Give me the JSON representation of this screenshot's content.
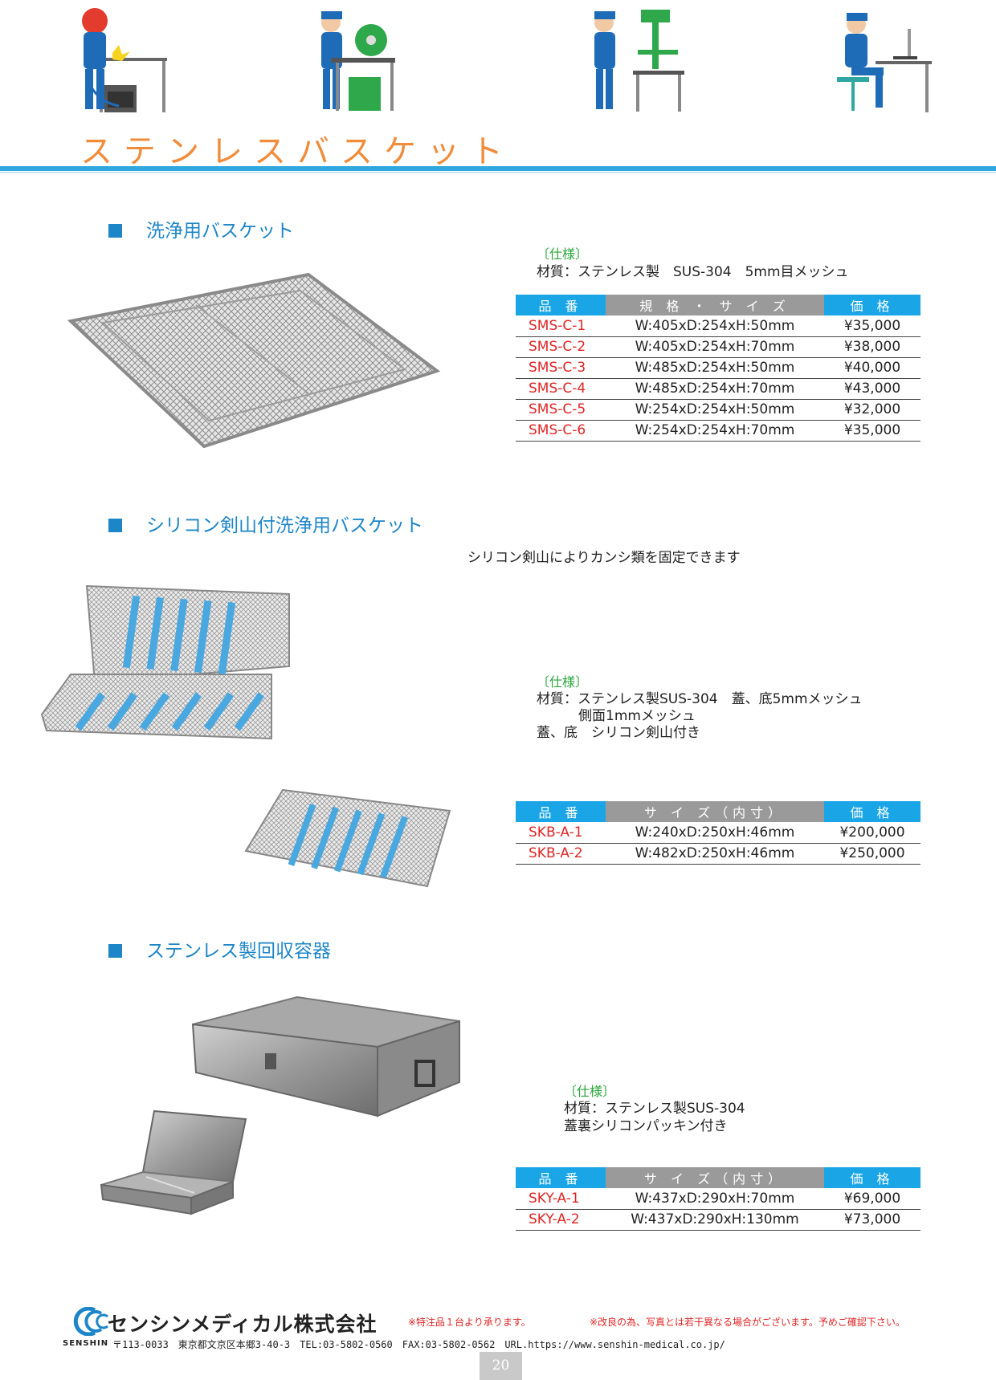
{
  "page": {
    "title": "ステンレスバスケット",
    "page_number": "20"
  },
  "sections": [
    {
      "heading": "洗浄用バスケット",
      "spec_label": "〔仕様〕",
      "spec_lines": [
        "材質：ステンレス製　SUS-304　5mm目メッシュ"
      ],
      "columns": [
        "品 番",
        "規 格 ・ サ イ ズ",
        "価 格"
      ],
      "rows": [
        {
          "code": "SMS-C-1",
          "size": "W:405xD:254xH:50mm",
          "price": "¥35,000"
        },
        {
          "code": "SMS-C-2",
          "size": "W:405xD:254xH:70mm",
          "price": "¥38,000"
        },
        {
          "code": "SMS-C-3",
          "size": "W:485xD:254xH:50mm",
          "price": "¥40,000"
        },
        {
          "code": "SMS-C-4",
          "size": "W:485xD:254xH:70mm",
          "price": "¥43,000"
        },
        {
          "code": "SMS-C-5",
          "size": "W:254xD:254xH:50mm",
          "price": "¥32,000"
        },
        {
          "code": "SMS-C-6",
          "size": "W:254xD:254xH:70mm",
          "price": "¥35,000"
        }
      ]
    },
    {
      "heading": "シリコン剣山付洗浄用バスケット",
      "tagline": "シリコン剣山によりカンシ類を固定できます",
      "spec_label": "〔仕様〕",
      "spec_lines": [
        "材質：ステンレス製SUS-304　蓋、底5mmメッシュ",
        "側面1mmメッシュ",
        "蓋、底　シリコン剣山付き"
      ],
      "columns": [
        "品 番",
        "サ イ ズ（内寸）",
        "価 格"
      ],
      "rows": [
        {
          "code": "SKB-A-1",
          "size": "W:240xD:250xH:46mm",
          "price": "¥200,000"
        },
        {
          "code": "SKB-A-2",
          "size": "W:482xD:250xH:46mm",
          "price": "¥250,000"
        }
      ]
    },
    {
      "heading": "ステンレス製回収容器",
      "spec_label": "〔仕様〕",
      "spec_lines": [
        "材質：ステンレス製SUS-304",
        "蓋裏シリコンパッキン付き"
      ],
      "columns": [
        "品 番",
        "サ イ ズ（内寸）",
        "価 格"
      ],
      "rows": [
        {
          "code": "SKY-A-1",
          "size": "W:437xD:290xH:70mm",
          "price": "¥69,000"
        },
        {
          "code": "SKY-A-2",
          "size": "W:437xD:290xH:130mm",
          "price": "¥73,000"
        }
      ]
    }
  ],
  "footer": {
    "company": "センシンメディカル株式会社",
    "logo_text": "SENSHIN",
    "note1": "※特注品１台より承ります。",
    "note2": "※改良の為、写真とは若干異なる場合がございます。予めご確認下さい。",
    "address": "〒113-0033　東京都文京区本郷3-40-3　TEL:03-5802-0560　FAX:03-5802-0562　URL.https://www.senshin-medical.co.jp/"
  },
  "colors": {
    "accent_blue": "#1aa6e6",
    "title_orange": "#f08c3a",
    "code_red": "#e02525",
    "spec_green": "#2aa63a"
  }
}
